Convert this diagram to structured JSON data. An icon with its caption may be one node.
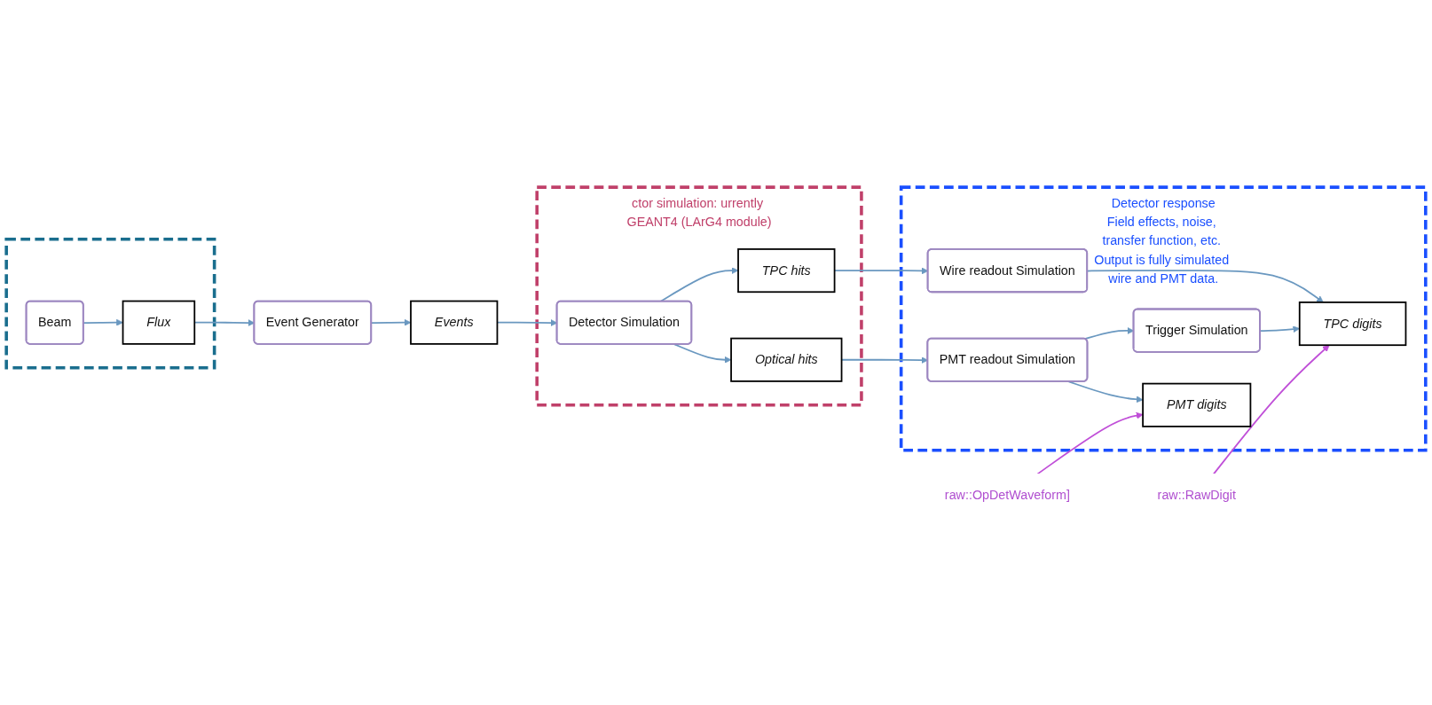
{
  "diagram": {
    "nodes": [
      {
        "text": [],
        "shape": "box"
      },
      {
        "text": [
          "Beam"
        ],
        "in": 0
      },
      {
        "text": [
          "Flux"
        ],
        "in": 0
      },
      {
        "text": [
          "Event Generator"
        ]
      },
      {
        "text": [
          "Events"
        ]
      },
      {
        "text": [
          "ctor simulation: urrently GEANT4 (LArG4 module)"
        ]
      },
      {
        "text": [
          "Detector Simulation"
        ],
        "in": 5
      },
      {
        "text": [
          "Optical hits"
        ],
        "in": 5
      },
      {
        "text": [
          "TPC hits"
        ],
        "in": 5
      },
      {
        "text": [
          "Detector response",
          "Field effects, noise, transfer function, etc. Output is fully simulated wire and PMT data."
        ]
      },
      {
        "text": [
          "PMT readout Simulation"
        ],
        "in": 9
      },
      {
        "text": [
          "PMT digits"
        ],
        "in": 9
      },
      {
        "text": [
          "Trigger Simulation"
        ],
        "in": 9
      },
      {
        "text": [
          "Wire readout Simulation"
        ],
        "in": 9
      },
      {
        "text": [
          "TPC digits"
        ],
        "in": 9
      },
      {
        "text": [
          "raw::OpDetWaveform]"
        ]
      },
      {
        "text": [
          "raw::RawDigit"
        ]
      }
    ],
    "edges": [
      {
        "from": 1,
        "to": 2,
        "arrow": "to"
      },
      {
        "from": 2,
        "to": 3,
        "arrow": "to"
      },
      {
        "from": 3,
        "to": 4,
        "arrow": "to"
      },
      {
        "from": 4,
        "to": 6,
        "arrow": "to"
      },
      {
        "from": 6,
        "to": 7,
        "arrow": "to"
      },
      {
        "from": 6,
        "to": 8,
        "arrow": "to"
      },
      {
        "from": 7,
        "to": 10,
        "arrow": "to"
      },
      {
        "from": 10,
        "to": 11,
        "arrow": "to"
      },
      {
        "from": 10,
        "to": 12,
        "arrow": "to"
      },
      {
        "from": 12,
        "to": 14,
        "arrow": "to"
      },
      {
        "from": 8,
        "to": 13,
        "arrow": "to"
      },
      {
        "from": 13,
        "to": 14,
        "arrow": "to"
      },
      {
        "from": 15,
        "to": 11,
        "arrow": "to",
        "color": "#c04fd8"
      },
      {
        "from": 16,
        "to": 14,
        "arrow": "to",
        "color": "#c04fd8"
      }
    ]
  }
}
